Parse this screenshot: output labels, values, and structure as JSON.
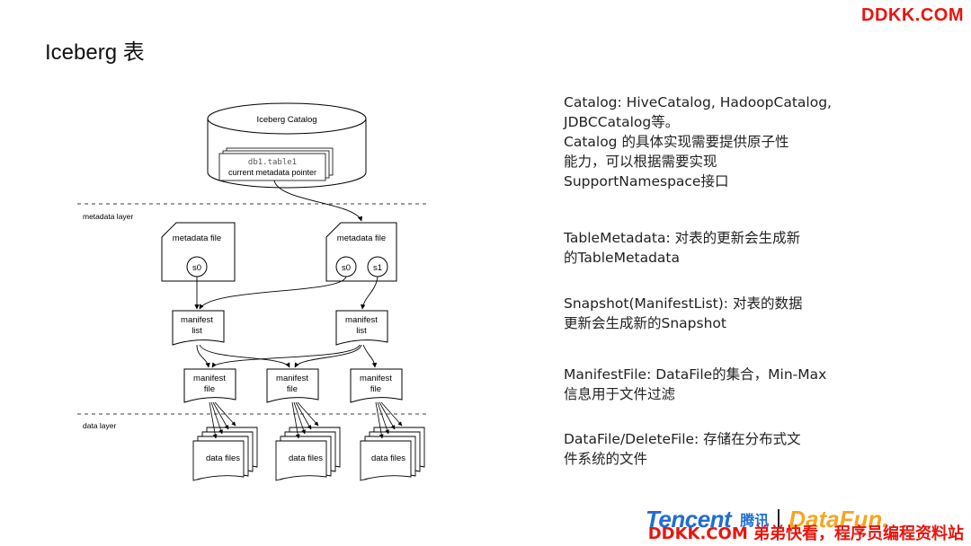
{
  "page": {
    "title": "Iceberg 表",
    "watermark_top": "DDKK.COM",
    "watermark_bottom": "DDKK.COM 弟弟快看，程序员编程资料站"
  },
  "logos": {
    "tencent": "Tencent",
    "tencent_cn": "腾讯",
    "datafun": "DataFun."
  },
  "diagram": {
    "catalog_title": "Iceberg Catalog",
    "pointer_table": "db1.table1",
    "pointer_label": "current metadata pointer",
    "metadata_layer": "metadata layer",
    "data_layer": "data layer",
    "metadata_file_left": "metadata file",
    "metadata_file_right": "metadata file",
    "s0_left": "s0",
    "s0_right": "s0",
    "s1_right": "s1",
    "manifest_list_line1": "manifest",
    "manifest_list_line2": "list",
    "manifest_file_line1": "manifest",
    "manifest_file_line2": "file",
    "data_files": "data files"
  },
  "notes": [
    {
      "lines": [
        "Catalog: HiveCatalog, HadoopCatalog,",
        "JDBCCatalog等。",
        "Catalog 的具体实现需要提供原子性",
        "能力，可以根据需要实现",
        "SupportNamespace接口"
      ]
    },
    {
      "lines": [
        "TableMetadata: 对表的更新会生成新",
        "的TableMetadata"
      ]
    },
    {
      "lines": [
        "Snapshot(ManifestList): 对表的数据",
        "更新会生成新的Snapshot"
      ]
    },
    {
      "lines": [
        "ManifestFile: DataFile的集合，Min-Max",
        "信息用于文件过滤"
      ]
    },
    {
      "lines": [
        "DataFile/DeleteFile: 存储在分布式文",
        "件系统的文件"
      ]
    }
  ]
}
